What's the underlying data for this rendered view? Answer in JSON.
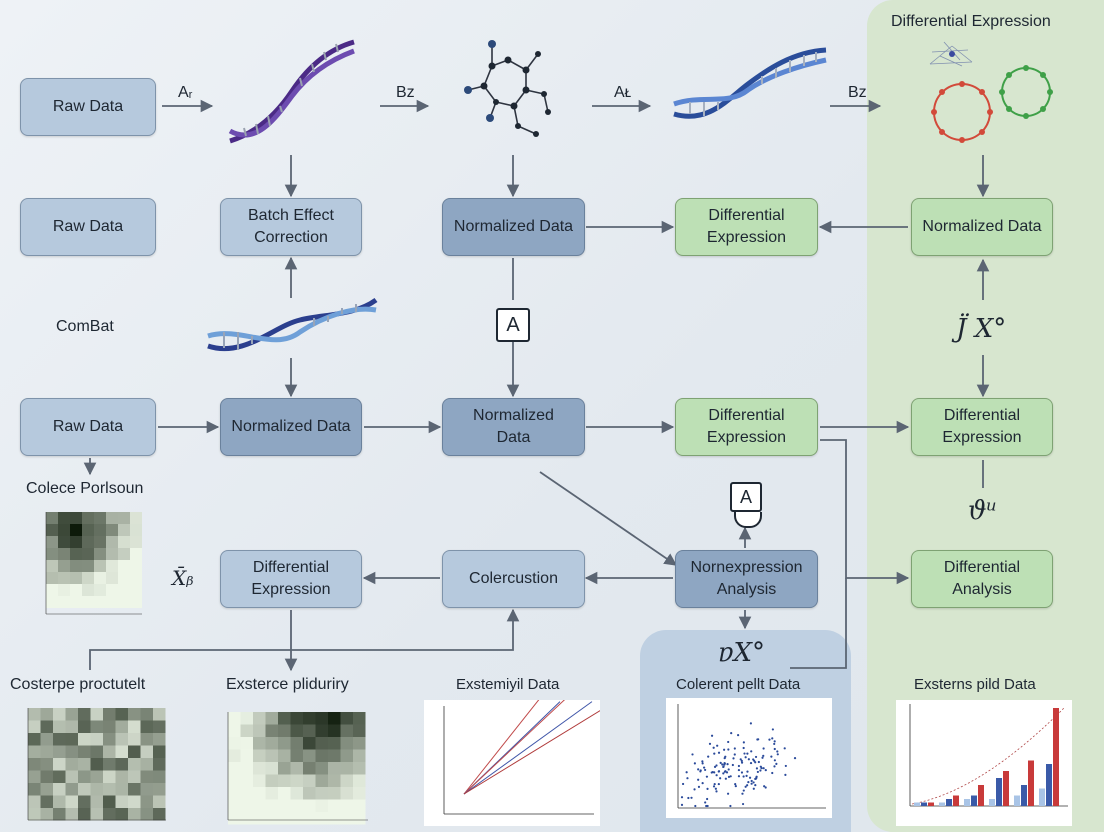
{
  "panel_title": "Differential Expression",
  "edge_labels": {
    "a1": "Aᵣ",
    "b1": "Bᴢ",
    "a2": "Aᴌ",
    "b2": "Bᴢ"
  },
  "boxes": {
    "raw1": "Raw Data",
    "raw2": "Raw Data",
    "raw3": "Raw Data",
    "batch": "Batch Effect\nCorrection",
    "norm_mid": "Normalized Data",
    "diffexp_mid": "Differential\nExpression",
    "norm_right": "Normalized Data",
    "norm_row3": "Normalized Data",
    "norm_center": "Normalized\nData",
    "diffexp_row3": "Differential\nExpression",
    "diffexp_right": "Differential\nExpression",
    "diffexp_lower": "Differential\nExpression",
    "colercustion": "Colercustion",
    "nonexpr": "Nornexpression\nAnalysis",
    "diffanalysis": "Differential\nAnalysis"
  },
  "labels": {
    "combat": "ComBat",
    "colece": "Colece Porlsoun",
    "x_sym": "X̄ᵦ",
    "jx_sym": "J̈ X°",
    "theta_sym": "ϑᵘ",
    "ex_sym": "ɐX°",
    "a_tag": "A",
    "a_tag2": "A"
  },
  "captions": {
    "costerpe": "Costerpe proctutelt",
    "exsterce": "Exsterce pliduriry",
    "extemiyil": "Exstemiyil Data",
    "colerent": "Colerent pellt Data",
    "exterms": "Exsterns pild Data"
  },
  "colors": {
    "box_light": "#b6c9dd",
    "box_blue": "#8ea6c2",
    "box_green": "#bde0b5",
    "panel_green": "#d7e6cf",
    "panel_blue": "#bfd0e2",
    "arrow": "#5b6573",
    "heatmap_dark": "#0d1a0a",
    "heatmap_light": "#eef6e8"
  },
  "icons": [
    "dna-helix-purple-icon",
    "network-graph-icon",
    "dna-helix-blue-icon",
    "network-cluster-icon",
    "dna-helix-middle-icon",
    "display-tag-icon"
  ],
  "chart_data": [
    {
      "type": "heatmap",
      "title": "Colece Porlsoun",
      "note": "small green heatmap, dark cluster upper-left"
    },
    {
      "type": "heatmap",
      "title": "Costerpe proctutelt"
    },
    {
      "type": "heatmap",
      "title": "Exsterce pliduriry"
    },
    {
      "type": "line",
      "title": "Exstemiyil Data",
      "series": [
        {
          "values": [
            [
              0,
              0
            ],
            [
              5,
              24
            ]
          ]
        },
        {
          "values": [
            [
              0,
              0
            ],
            [
              6,
              22
            ]
          ]
        },
        {
          "values": [
            [
              0,
              0
            ],
            [
              7,
              25
            ]
          ]
        },
        {
          "values": [
            [
              0,
              0
            ],
            [
              8,
              22
            ]
          ]
        },
        {
          "values": [
            [
              0,
              0
            ],
            [
              9,
              21
            ]
          ]
        }
      ]
    },
    {
      "type": "scatter",
      "title": "Colerent pellt Data"
    },
    {
      "type": "bar",
      "title": "Exsterns pild Data",
      "categories": [
        "1",
        "2",
        "3",
        "4",
        "5",
        "6"
      ],
      "series": [
        {
          "values": [
            1,
            1,
            2,
            2,
            3,
            5
          ]
        },
        {
          "values": [
            1,
            2,
            3,
            8,
            6,
            12
          ]
        },
        {
          "values": [
            1,
            3,
            6,
            10,
            13,
            28
          ]
        }
      ]
    }
  ]
}
